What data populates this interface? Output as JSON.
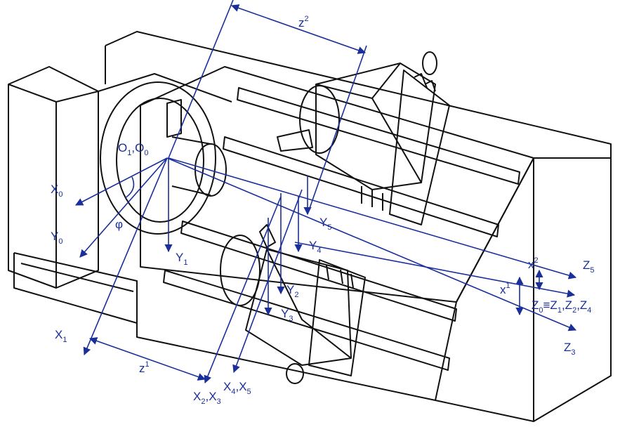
{
  "colors": {
    "axis": "#1a2f9a",
    "machine": "#111111",
    "background": "#ffffff"
  },
  "labels": {
    "z2": {
      "base": "z",
      "sup": "2"
    },
    "z1": {
      "base": "z",
      "sup": "1"
    },
    "x2": {
      "base": "x",
      "sup": "2"
    },
    "x1": {
      "base": "x",
      "sup": "1"
    },
    "o1o0": {
      "a": "O",
      "a_sub": "1",
      "sep": ",O",
      "b_sub": "0"
    },
    "phi": "φ",
    "X0": {
      "base": "X",
      "sub": "0"
    },
    "Y0": {
      "base": "Y",
      "sub": "0"
    },
    "Y1": {
      "base": "Y",
      "sub": "1"
    },
    "X1": {
      "base": "X",
      "sub": "1"
    },
    "Y2": {
      "base": "Y",
      "sub": "2"
    },
    "Y3": {
      "base": "Y",
      "sub": "3"
    },
    "Y4": {
      "base": "Y",
      "sub": "4"
    },
    "Y5": {
      "base": "Y",
      "sub": "5"
    },
    "Z5": {
      "base": "Z",
      "sub": "5"
    },
    "Z3": {
      "base": "Z",
      "sub": "3"
    },
    "X2X3": {
      "a": "X",
      "a_sub": "2",
      "sep": ",X",
      "b_sub": "3"
    },
    "X4X5": {
      "a": "X",
      "a_sub": "4",
      "sep": ",X",
      "b_sub": "5"
    },
    "Z0": {
      "p1": "Z",
      "s1": "0",
      "p2": "≡Z",
      "s2": "1",
      "p3": ",Z",
      "s3": "2",
      "p4": ",Z",
      "s4": "4"
    }
  }
}
